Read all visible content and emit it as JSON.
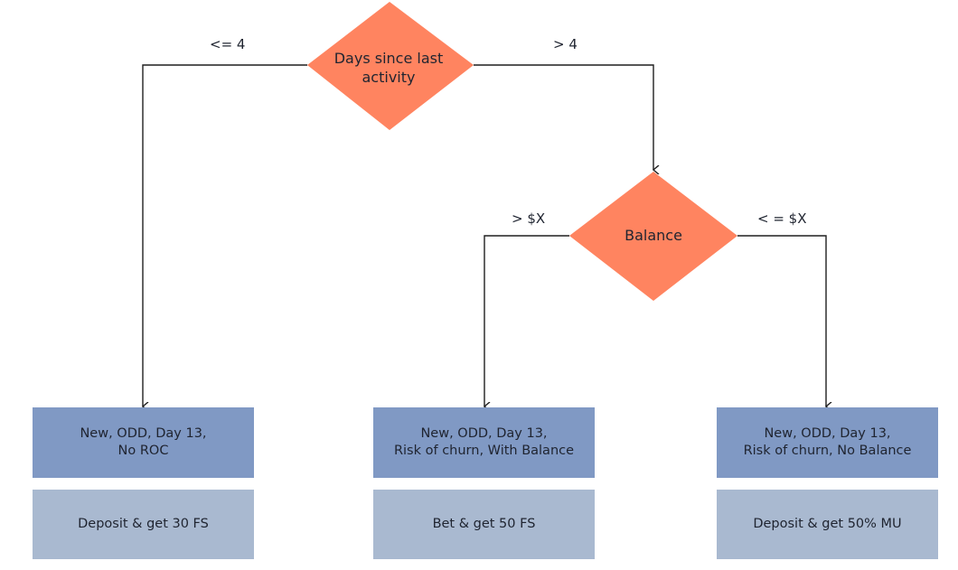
{
  "decisions": {
    "days": {
      "lines": [
        "Days since last",
        "activity"
      ]
    },
    "balance": {
      "lines": [
        "Balance"
      ]
    }
  },
  "edges": {
    "days_left": "<= 4",
    "days_right": "> 4",
    "balance_left": "> $X",
    "balance_right": "< = $X"
  },
  "leaves": [
    {
      "segment": [
        "New, ODD, Day 13,",
        "No ROC"
      ],
      "offer": "Deposit & get 30 FS"
    },
    {
      "segment": [
        "New, ODD, Day 13,",
        "Risk of churn, With Balance"
      ],
      "offer": "Bet & get 50 FS"
    },
    {
      "segment": [
        "New, ODD, Day 13,",
        "Risk of churn, No Balance"
      ],
      "offer": "Deposit & get 50% MU"
    }
  ],
  "colors": {
    "decision_fill": "#ff8460",
    "segment_fill": "#8099c4",
    "offer_fill": "#a9b9d0",
    "line": "#1f1f1f"
  }
}
